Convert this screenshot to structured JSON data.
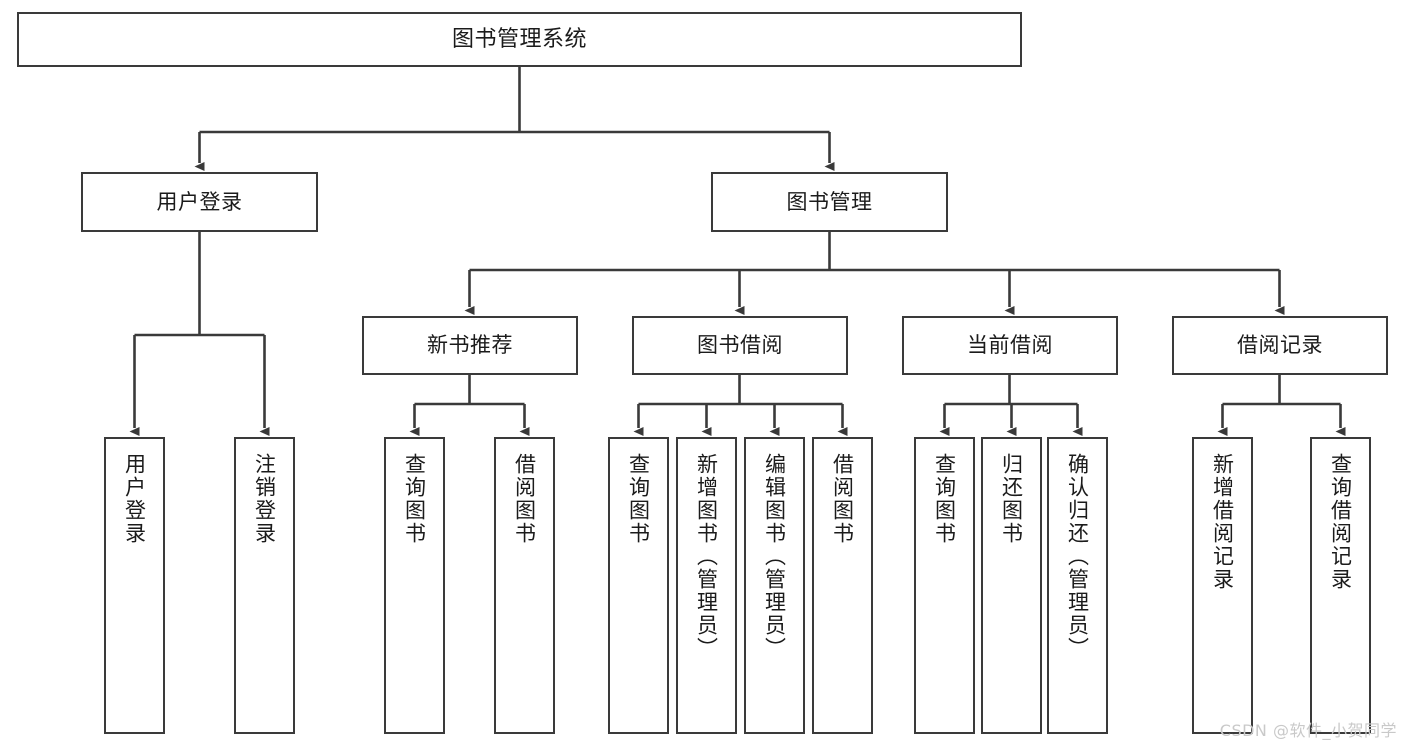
{
  "diagram": {
    "type": "tree-hierarchy",
    "title": "图书管理系统",
    "orientation": "top-down",
    "stroke_color": "#3a3a3a",
    "fill_color": "#ffffff",
    "text_color": "#1b1b1b"
  },
  "nodes": {
    "root": {
      "label": "图书管理系统",
      "level": 0
    },
    "level1": [
      {
        "id": "user-login",
        "label": "用户登录"
      },
      {
        "id": "book-manage",
        "label": "图书管理"
      }
    ],
    "level2": [
      {
        "id": "new-book-recommend",
        "label": "新书推荐",
        "parent": "book-manage"
      },
      {
        "id": "book-borrow",
        "label": "图书借阅",
        "parent": "book-manage"
      },
      {
        "id": "current-borrow",
        "label": "当前借阅",
        "parent": "book-manage"
      },
      {
        "id": "borrow-record",
        "label": "借阅记录",
        "parent": "book-manage"
      }
    ],
    "leaves": [
      {
        "id": "leaf-user-login",
        "label": "用户登录",
        "parent": "user-login"
      },
      {
        "id": "leaf-user-logout",
        "label": "注销登录",
        "parent": "user-login"
      },
      {
        "id": "leaf-query-book-1",
        "label": "查询图书",
        "parent": "new-book-recommend"
      },
      {
        "id": "leaf-borrow-book-1",
        "label": "借阅图书",
        "parent": "new-book-recommend"
      },
      {
        "id": "leaf-query-book-2",
        "label": "查询图书",
        "parent": "book-borrow"
      },
      {
        "id": "leaf-add-book",
        "label": "新增图书（管理员）",
        "parent": "book-borrow"
      },
      {
        "id": "leaf-edit-book",
        "label": "编辑图书（管理员）",
        "parent": "book-borrow"
      },
      {
        "id": "leaf-borrow-book-2",
        "label": "借阅图书",
        "parent": "book-borrow"
      },
      {
        "id": "leaf-query-book-3",
        "label": "查询图书",
        "parent": "current-borrow"
      },
      {
        "id": "leaf-return-book",
        "label": "归还图书",
        "parent": "current-borrow"
      },
      {
        "id": "leaf-confirm-return",
        "label": "确认归还（管理员）",
        "parent": "current-borrow"
      },
      {
        "id": "leaf-add-record",
        "label": "新增借阅记录",
        "parent": "borrow-record"
      },
      {
        "id": "leaf-query-record",
        "label": "查询借阅记录",
        "parent": "borrow-record"
      }
    ]
  },
  "watermark": {
    "text": "CSDN @软件_小贺同学",
    "color": "#c9c9c9"
  }
}
